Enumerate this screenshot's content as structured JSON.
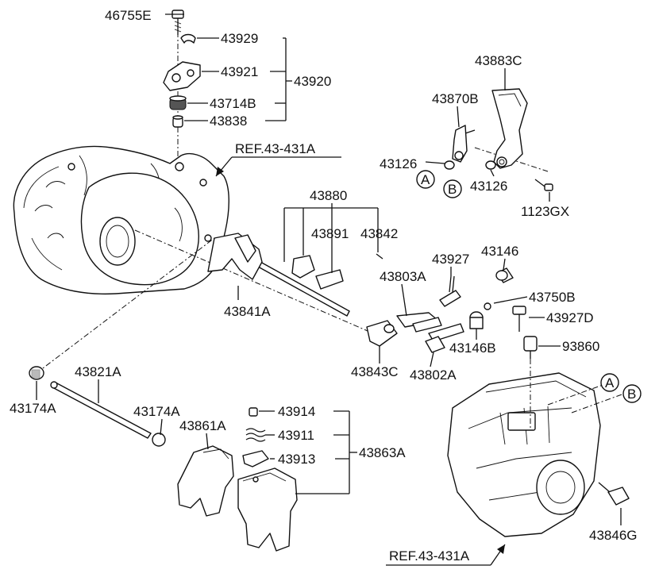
{
  "labels": {
    "p46755E": "46755E",
    "p43929": "43929",
    "p43921": "43921",
    "p43920": "43920",
    "p43714B": "43714B",
    "p43838": "43838",
    "ref_top": "REF.43-431A",
    "p43883C": "43883C",
    "p43870B": "43870B",
    "p43126_left": "43126",
    "p43126_right": "43126",
    "p1123GX": "1123GX",
    "circle_a_top": "A",
    "circle_b_top": "B",
    "p43880": "43880",
    "p43891": "43891",
    "p43842": "43842",
    "p43146": "43146",
    "p43927": "43927",
    "p43803A": "43803A",
    "p43750B": "43750B",
    "p43927D": "43927D",
    "p43841A": "43841A",
    "p43146B": "43146B",
    "p93860": "93860",
    "p43843C": "43843C",
    "p43802A": "43802A",
    "p43821A": "43821A",
    "p43174A_left": "43174A",
    "p43174A_right": "43174A",
    "p43861A": "43861A",
    "p43914": "43914",
    "p43911": "43911",
    "p43913": "43913",
    "p43863A": "43863A",
    "circle_a_bottom": "A",
    "circle_b_bottom": "B",
    "p43846G": "43846G",
    "ref_bottom": "REF.43-431A"
  }
}
